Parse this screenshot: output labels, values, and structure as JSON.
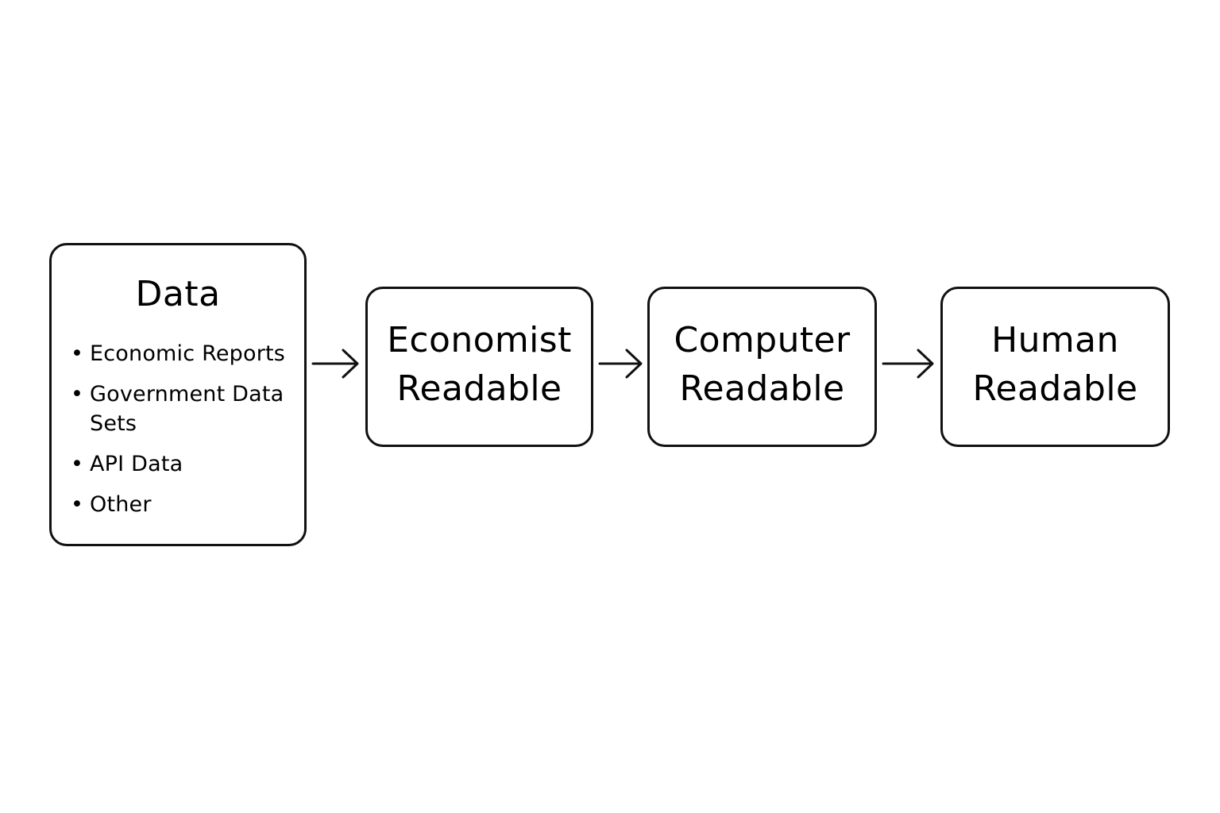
{
  "data_box": {
    "title": "Data",
    "items": [
      "Economic Reports",
      "Government Data Sets",
      "API Data",
      "Other"
    ]
  },
  "stages": [
    {
      "line1": "Economist",
      "line2": "Readable"
    },
    {
      "line1": "Computer",
      "line2": "Readable"
    },
    {
      "line1": "Human",
      "line2": "Readable"
    }
  ],
  "colors": {
    "stroke": "#111111",
    "background": "#ffffff",
    "text": "#000000"
  },
  "icons": {
    "flow_arrow": "right-arrow-icon",
    "bullet": "bullet-icon"
  }
}
